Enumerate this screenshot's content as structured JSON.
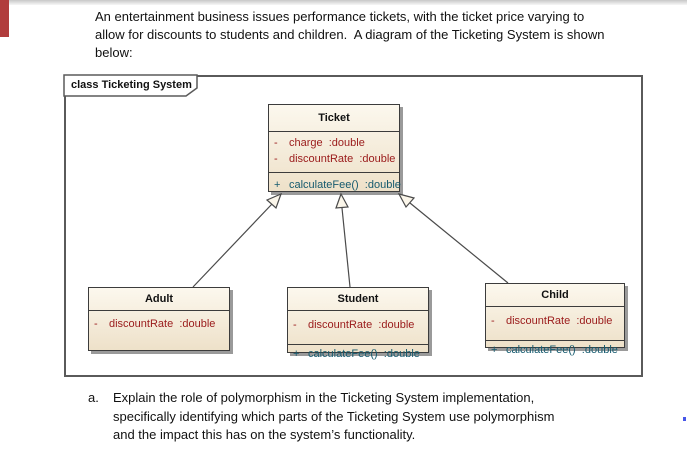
{
  "page": {
    "intro_lines": [
      "An entertainment business issues performance tickets, with the ticket price varying to",
      "allow for discounts to students and children.  A diagram of the Ticketing System is shown",
      "below:"
    ],
    "question": {
      "label": "a.",
      "lines": [
        "Explain the role of polymorphism in the Ticketing System implementation,",
        "specifically identifying which parts of the Ticketing System use polymorphism",
        "and the impact this has on the system’s functionality."
      ]
    }
  },
  "diagram": {
    "frame_label": "class Ticketing System",
    "classes": [
      {
        "name": "Ticket",
        "attributes": [
          {
            "vis": "-",
            "text": "charge  :double"
          },
          {
            "vis": "-",
            "text": "discountRate  :double"
          }
        ],
        "operations": [
          {
            "vis": "+",
            "text": "calculateFee()  :double"
          }
        ]
      },
      {
        "name": "Adult",
        "attributes": [
          {
            "vis": "-",
            "text": "discountRate  :double"
          }
        ],
        "operations": []
      },
      {
        "name": "Student",
        "attributes": [
          {
            "vis": "-",
            "text": "discountRate  :double"
          }
        ],
        "operations": [
          {
            "vis": "+",
            "text": "calculateFee()  :double"
          }
        ]
      },
      {
        "name": "Child",
        "attributes": [
          {
            "vis": "-",
            "text": "discountRate  :double"
          }
        ],
        "operations": [
          {
            "vis": "+",
            "text": "calculateFee()  :double"
          }
        ]
      }
    ],
    "relationships": [
      {
        "type": "generalization",
        "from": "Adult",
        "to": "Ticket"
      },
      {
        "type": "generalization",
        "from": "Student",
        "to": "Ticket"
      },
      {
        "type": "generalization",
        "from": "Child",
        "to": "Ticket"
      }
    ],
    "colors": {
      "attribute_text": "#9a1a1a",
      "operation_text": "#155a6e",
      "box_fill_top": "#fcf8ee",
      "box_fill_bottom": "#eee1c9",
      "box_border": "#3c3c3c",
      "frame_border": "#5a5a5a",
      "accent_bar": "#b13c3c"
    }
  }
}
